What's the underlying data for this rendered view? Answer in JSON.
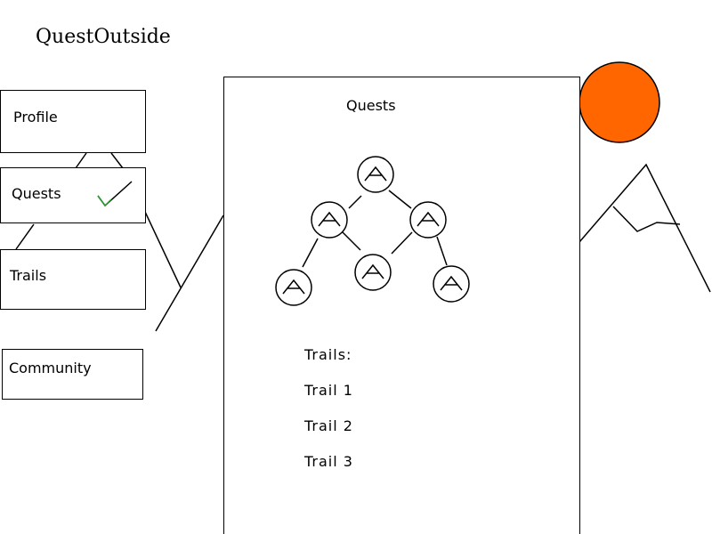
{
  "app": {
    "title": "QuestOutside"
  },
  "nav": {
    "items": [
      {
        "label": "Profile",
        "selected": false
      },
      {
        "label": "Quests",
        "selected": true
      },
      {
        "label": "Trails",
        "selected": false
      },
      {
        "label": "Community",
        "selected": false
      }
    ],
    "selected_indicator_icon": "checkmark-icon",
    "check_color": "#2e9c2e"
  },
  "panel": {
    "title": "Quests",
    "quest_tree": {
      "node_count": 6,
      "node_icon": "mountain-icon"
    },
    "trails_heading": "Trails:",
    "trails": [
      "Trail 1",
      "Trail 2",
      "Trail 3"
    ]
  },
  "decor": {
    "sun_color": "#ff6600",
    "icons": [
      "sun-icon",
      "mountain-icon",
      "path-line"
    ]
  }
}
